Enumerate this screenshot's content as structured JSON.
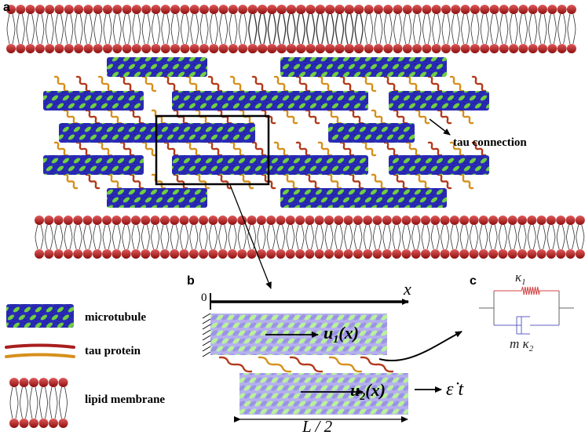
{
  "panels": {
    "a": "a",
    "b": "b",
    "c": "c"
  },
  "labels": {
    "tau_connection": "tau connection",
    "legend_microtubule": "microtubule",
    "legend_tau": "tau protein",
    "legend_membrane": "lipid membrane",
    "origin": "0",
    "x_axis": "x",
    "u1": "u",
    "u1_sub": "1",
    "u1_arg": "(x)",
    "u2": "u",
    "u2_sub": "2",
    "u2_arg": "(x)",
    "strain": "ε̇ t",
    "length": "L / 2",
    "kappa1": "κ",
    "kappa1_sub": "1",
    "kappa2": "m κ",
    "kappa2_sub": "2"
  },
  "colors": {
    "membrane_head": "#b81c1c",
    "mt_green": "#6fd040",
    "mt_blue": "#2a2ab8",
    "mt_light_green": "#b9f29a",
    "mt_light_blue": "#9b93e6",
    "tau_red": "#b33a1a",
    "tau_orange": "#d6901c",
    "spring_red": "#d44040",
    "dashpot_blue": "#6060c8"
  }
}
